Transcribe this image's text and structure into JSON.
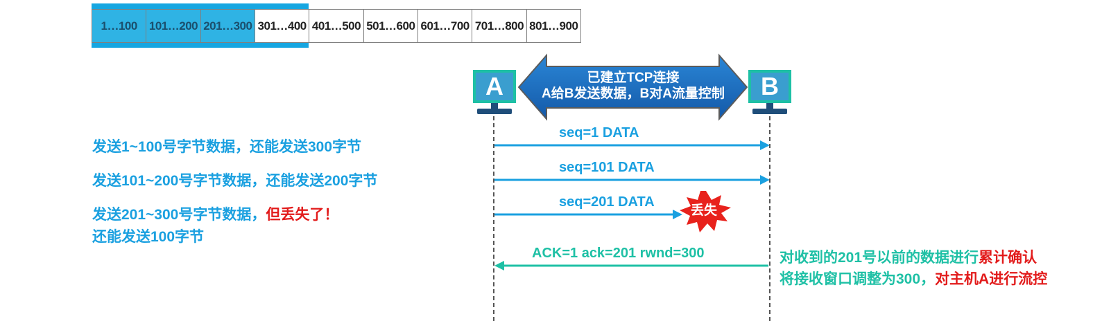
{
  "window": {
    "cells": [
      "1…100",
      "101…200",
      "201…300",
      "301…400",
      "401…500",
      "501…600",
      "601…700",
      "701…800",
      "801…900"
    ],
    "sent_count": 3
  },
  "left_notes": {
    "line1": "发送1~100号字节数据，还能发送300字节",
    "line2": "发送101~200号字节数据，还能发送200字节",
    "line3_prefix": "发送201~300号字节数据，",
    "line3_highlight": "但丢失了",
    "line3_suffix": "！",
    "line4": "还能发送100字节"
  },
  "hosts": {
    "a": "A",
    "b": "B"
  },
  "banner": {
    "line1": "已建立TCP连接",
    "line2": "A给B发送数据，B对A流量控制"
  },
  "messages": {
    "m1": "seq=1   DATA",
    "m2": "seq=101   DATA",
    "m3": "seq=201   DATA",
    "lost": "丢失",
    "ack": "ACK=1   ack=201    rwnd=300"
  },
  "right_notes": {
    "line1_prefix": "对收到的201号以前的数据进行",
    "line1_highlight": "累计确认",
    "line2_prefix": "将接收窗口调整为300，",
    "line2_highlight": "对主机A进行流控"
  },
  "colors": {
    "blue": "#1aa0e0",
    "green": "#1ec0a5",
    "red": "#e21b1b",
    "banner": "#1d6fc0",
    "host": "#3a9ecf"
  }
}
